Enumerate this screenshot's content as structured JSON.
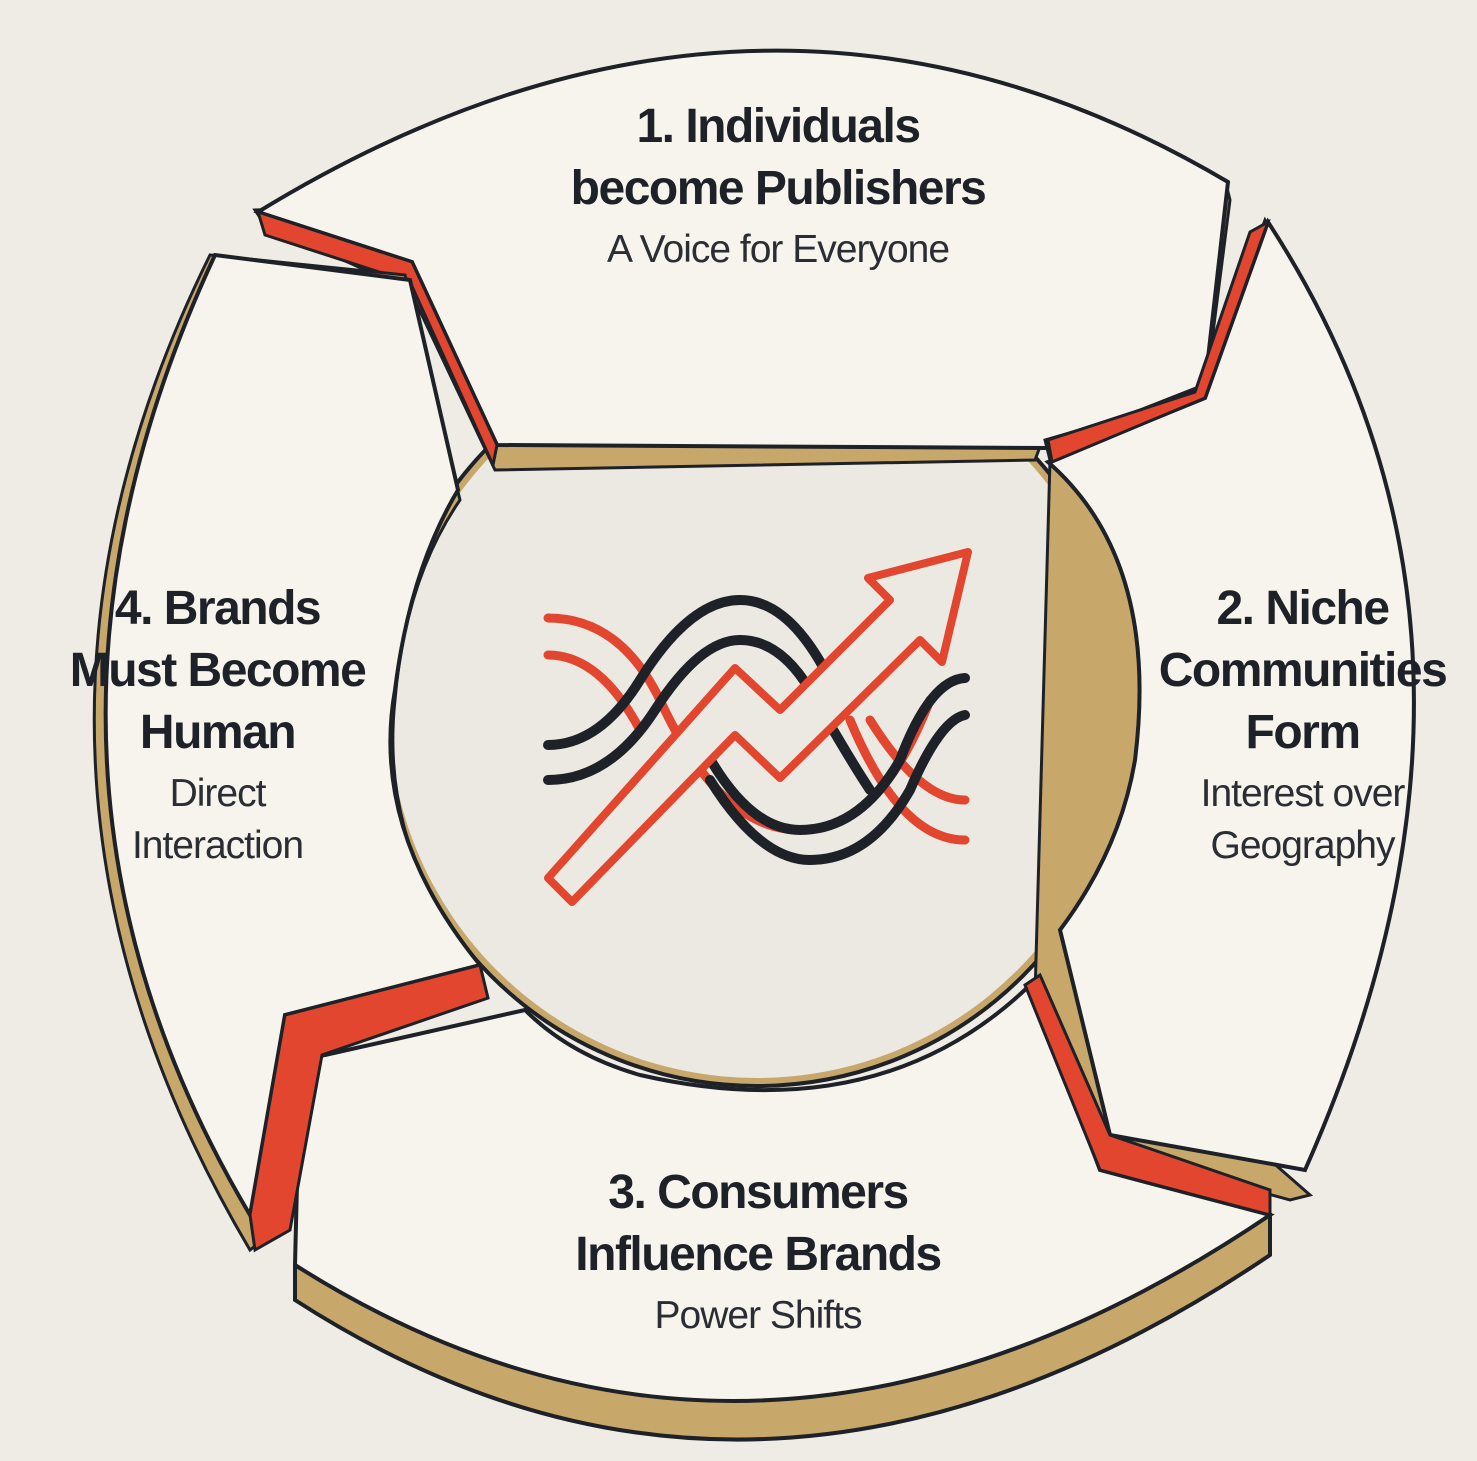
{
  "colors": {
    "background": "#eeece4",
    "segment_fill": "#f6f4ec",
    "segment_side": "#c8a86a",
    "accent": "#e2462e",
    "outline": "#1e2128",
    "center_fill": "#ebe9e1"
  },
  "steps": [
    {
      "number": "1",
      "title": "1. Individuals\nbecome Publishers",
      "subtitle": "A Voice for Everyone"
    },
    {
      "number": "2",
      "title": "2. Niche\nCommunities\nForm",
      "subtitle": "Interest over\nGeography"
    },
    {
      "number": "3",
      "title": "3. Consumers\nInfluence Brands",
      "subtitle": "Power Shifts"
    },
    {
      "number": "4",
      "title": "4. Brands\nMust Become\nHuman",
      "subtitle": "Direct\nInteraction"
    }
  ],
  "center_icon": "intertwined-waves-trend-arrow-icon"
}
